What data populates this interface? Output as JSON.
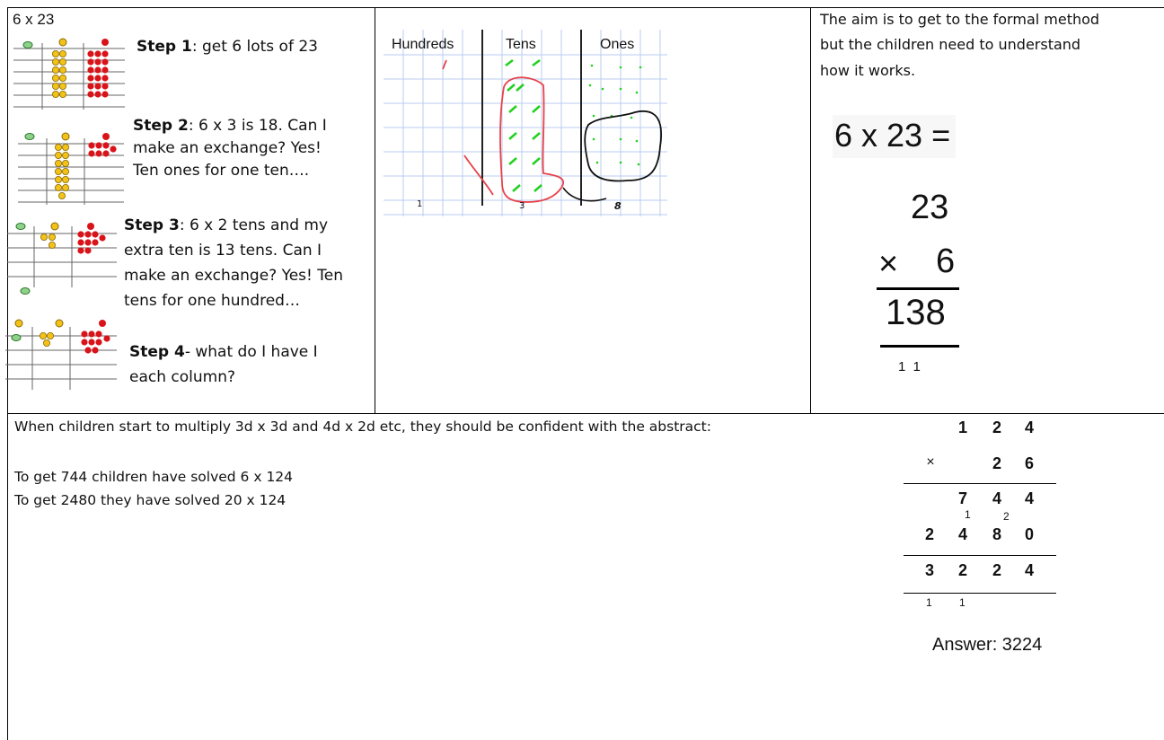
{
  "top_left": {
    "heading": "6 x 23",
    "steps": [
      {
        "label": "Step 1",
        "text": ": get 6 lots of 23"
      },
      {
        "label": "Step 2",
        "text": ": 6 x 3 is 18. Can I",
        "line2": "make an exchange? Yes!",
        "line3": "Ten ones for one ten…."
      },
      {
        "label": "Step 3",
        "text": ": 6 x 2 tens and my",
        "line2": "extra ten is 13 tens. Can I",
        "line3": "make an exchange? Yes! Ten",
        "line4": "tens for one hundred…"
      },
      {
        "label": "Step 4",
        "text": "- what do I have I",
        "line2": "each column?"
      }
    ]
  },
  "grid": {
    "headers": [
      "Hundreds",
      "Tens",
      "Ones"
    ],
    "bottom_digits": [
      "1",
      "3",
      "8"
    ]
  },
  "top_right": {
    "note_lines": [
      "The aim is to get to the formal method",
      "but the children need to understand",
      "how it works."
    ],
    "equation": "6 x 23 =",
    "multiplicand": "23",
    "times_sign": "×",
    "multiplier": "6",
    "result": "138",
    "carries": "1 1"
  },
  "bottom": {
    "intro": "When children start to multiply 3d x 3d and 4d x 2d etc, they should be confident with the abstract:",
    "line1": "To get 744 children have solved 6 x 124",
    "line2": "To get 2480 they have solved 20 x 124",
    "long_mult": {
      "row1": [
        "1",
        "2",
        "4"
      ],
      "times": "×",
      "row2": [
        "2",
        "6"
      ],
      "partial1": [
        "7",
        "4",
        "4"
      ],
      "partial1_carries": [
        "1",
        "2"
      ],
      "partial2": [
        "2",
        "4",
        "8",
        "0"
      ],
      "total": [
        "3",
        "2",
        "2",
        "4"
      ],
      "total_carries": [
        "1",
        "1"
      ]
    },
    "answer": "Answer: 3224"
  },
  "colors": {
    "bead_green": "#8fd18a",
    "bead_yellow": "#f2c21a",
    "bead_red": "#d8141a",
    "grid_blue": "#b9cdf0",
    "tick_green": "#21d11f",
    "loop_red": "#e8424a"
  }
}
